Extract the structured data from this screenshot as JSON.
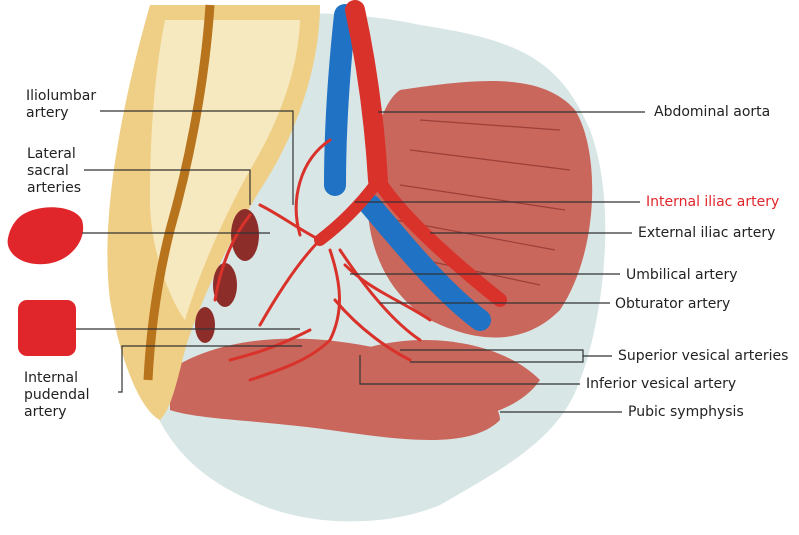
{
  "labels": {
    "iliolumbar": "Iliolumbar\nartery",
    "lateral_sacral": "Lateral\nsacral\narteries",
    "internal_pudendal": "Internal\npudendal\nartery",
    "abdominal_aorta": "Abdominal aorta",
    "internal_iliac": "Internal iliac artery",
    "external_iliac": "External iliac artery",
    "umbilical": "Umbilical artery",
    "obturator": "Obturator artery",
    "superior_vesical": "Superior vesical arteries",
    "inferior_vesical": "Inferior vesical artery",
    "pubic_symphysis": "Pubic symphysis"
  },
  "colors": {
    "highlight": "#e0262b",
    "redaction": "#e0262b",
    "artery": "#d9322b",
    "vein": "#1f72c4",
    "bone": "#efcf86",
    "marrow": "#f6e9bf",
    "muscle": "#c9675c",
    "muscle_dark": "#9c3f38",
    "soft_tissue": "#d9e6e6",
    "line": "#333333"
  }
}
